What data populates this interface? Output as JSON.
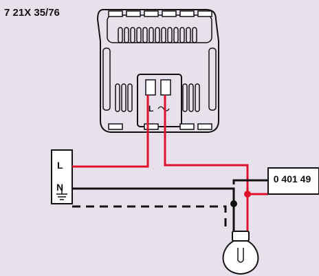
{
  "reference": "7 21X 35/76",
  "terminals": {
    "line": "L",
    "neutral": "N"
  },
  "device_box": "0 401 49",
  "module_terminal_mark": "L",
  "colors": {
    "background": "#e8e0ea",
    "live_wire": "#e0102a",
    "neutral_wire": "#111111",
    "earth_wire": "#111111"
  },
  "icons": [
    "earth-symbol-icon",
    "lamp-bulb-icon"
  ]
}
